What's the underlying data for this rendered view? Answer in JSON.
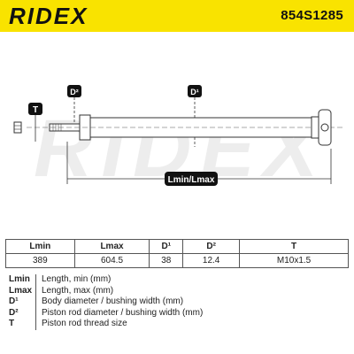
{
  "header": {
    "logo_text": "RIDEX",
    "part_number": "854S1285",
    "accent_color": "#f9e300"
  },
  "watermark": {
    "text": "RIDEX"
  },
  "diagram": {
    "label_T": "T",
    "label_D2": "D²",
    "label_D1": "D¹",
    "label_length": "Lmin/Lmax",
    "badge_color": "#111111"
  },
  "specs": {
    "headers": [
      "Lmin",
      "Lmax",
      "D¹",
      "D²",
      "T"
    ],
    "values": [
      "389",
      "604.5",
      "38",
      "12.4",
      "M10x1.5"
    ]
  },
  "legend": [
    {
      "key": "Lmin",
      "text": "Length, min (mm)"
    },
    {
      "key": "Lmax",
      "text": "Length, max (mm)"
    },
    {
      "key": "D¹",
      "text": "Body diameter / bushing width (mm)"
    },
    {
      "key": "D²",
      "text": "Piston rod diameter / bushing width (mm)"
    },
    {
      "key": "T",
      "text": "Piston rod thread size"
    }
  ]
}
